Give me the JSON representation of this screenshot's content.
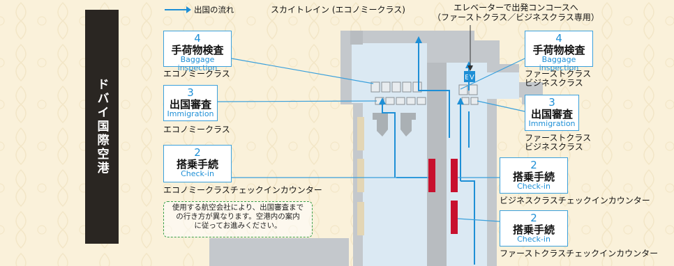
{
  "sidebar": {
    "title": "ドバイ国際空港"
  },
  "legend": {
    "label": "出国の流れ"
  },
  "top_labels": {
    "skytrain": "スカイトレイン (エコノミークラス)",
    "elevator_line1": "エレベーターで出発コンコースへ",
    "elevator_line2": "（ファーストクラス／ビジネスクラス専用）"
  },
  "ev_label": "EV",
  "boxes": {
    "econ_baggage": {
      "num": "4",
      "ja": "手荷物検査",
      "en": "Baggage inspection",
      "caption": "エコノミークラス"
    },
    "econ_immigration": {
      "num": "3",
      "ja": "出国審査",
      "en": "Immigration",
      "caption": "エコノミークラス"
    },
    "econ_checkin": {
      "num": "2",
      "ja": "搭乗手続",
      "en": "Check-in",
      "caption": "エコノミークラスチェックインカウンター"
    },
    "first_baggage": {
      "num": "4",
      "ja": "手荷物検査",
      "en": "Baggage inspection",
      "caption1": "ファーストクラス",
      "caption2": "ビジネスクラス"
    },
    "first_immigration": {
      "num": "3",
      "ja": "出国審査",
      "en": "Immigration",
      "caption1": "ファーストクラス",
      "caption2": "ビジネスクラス"
    },
    "biz_checkin": {
      "num": "2",
      "ja": "搭乗手続",
      "en": "Check-in",
      "caption": "ビジネスクラスチェックインカウンター"
    },
    "first_checkin": {
      "num": "2",
      "ja": "搭乗手続",
      "en": "Check-in",
      "caption": "ファーストクラスチェックインカウンター"
    }
  },
  "note": {
    "line1": "使用する航空会社により、出国審査まで",
    "line2": "の行き方が異なります。空港内の案内",
    "line3": "に従ってお進みください。"
  },
  "colors": {
    "accent": "#1e8fd6",
    "counter": "#c8102e",
    "floor": "#dbe9f3",
    "wall": "#c4c8cc"
  }
}
